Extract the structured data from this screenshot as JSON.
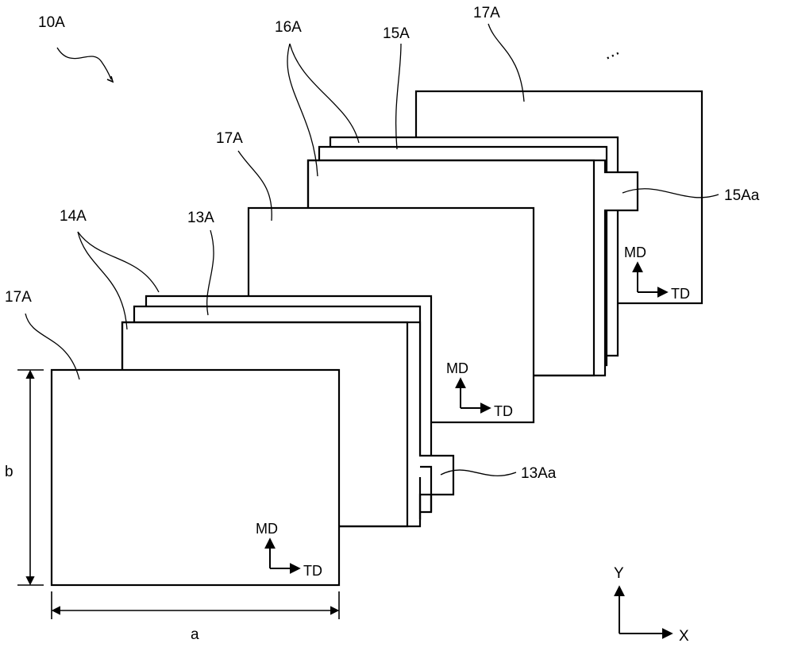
{
  "labels": {
    "assembly": "10A",
    "sep_back": "17A",
    "sep_mid": "17A",
    "sep_front": "17A",
    "cathode_pair": "16A",
    "cathode": "15A",
    "cathode_tab": "15Aa",
    "anode_pair": "14A",
    "anode": "13A",
    "anode_tab": "13Aa",
    "dim_width": "a",
    "dim_height": "b",
    "continuation": "⋯"
  },
  "direction_marks": {
    "md": "MD",
    "td": "TD"
  },
  "axes": {
    "y": "Y",
    "x": "X"
  }
}
